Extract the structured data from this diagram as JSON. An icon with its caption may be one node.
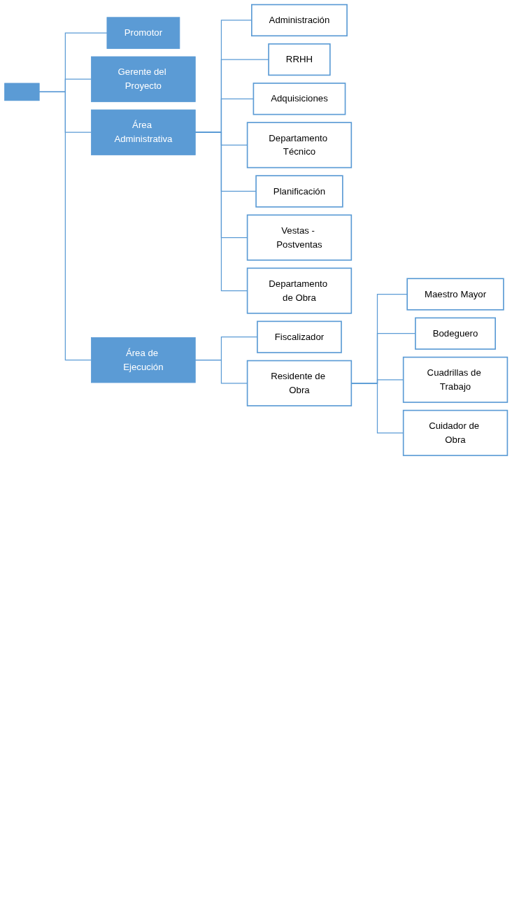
{
  "diagram": {
    "nodes": [
      {
        "text": [],
        "shape": "box"
      },
      {
        "text": [
          "Promotor"
        ]
      },
      {
        "text": [
          "Gerente del Proyecto"
        ]
      },
      {
        "text": [
          "Área Administrativa"
        ]
      },
      {
        "text": [
          "Área de Ejecución"
        ]
      },
      {
        "text": [
          "Administración"
        ]
      },
      {
        "text": [
          "RRHH"
        ]
      },
      {
        "text": [
          "Adquisiciones"
        ]
      },
      {
        "text": [
          "Departamento Técnico"
        ]
      },
      {
        "text": [
          "Planificación"
        ]
      },
      {
        "text": [
          "Vestas - Postventas"
        ]
      },
      {
        "text": [
          "Departamento de Obra"
        ]
      },
      {
        "text": [
          "Fiscalizador"
        ]
      },
      {
        "text": [
          "Residente de Obra"
        ]
      },
      {
        "text": [
          "Maestro Mayor"
        ]
      },
      {
        "text": [
          "Bodeguero"
        ]
      },
      {
        "text": [
          "Cuadrillas de Trabajo"
        ]
      },
      {
        "text": [
          "Cuidador de Obra"
        ]
      }
    ],
    "edges": [
      {
        "from": 0,
        "to": 1,
        "arrow": "none"
      },
      {
        "from": 0,
        "to": 2,
        "arrow": "none"
      },
      {
        "from": 0,
        "to": 3,
        "arrow": "none"
      },
      {
        "from": 0,
        "to": 4,
        "arrow": "none"
      },
      {
        "from": 3,
        "to": 5,
        "arrow": "none"
      },
      {
        "from": 3,
        "to": 6,
        "arrow": "none"
      },
      {
        "from": 3,
        "to": 7,
        "arrow": "none"
      },
      {
        "from": 3,
        "to": 8,
        "arrow": "none"
      },
      {
        "from": 3,
        "to": 9,
        "arrow": "none"
      },
      {
        "from": 3,
        "to": 10,
        "arrow": "none"
      },
      {
        "from": 3,
        "to": 11,
        "arrow": "none"
      },
      {
        "from": 4,
        "to": 12,
        "arrow": "none"
      },
      {
        "from": 4,
        "to": 13,
        "arrow": "none"
      },
      {
        "from": 13,
        "to": 14,
        "arrow": "none"
      },
      {
        "from": 13,
        "to": 15,
        "arrow": "none"
      },
      {
        "from": 13,
        "to": 16,
        "arrow": "none"
      },
      {
        "from": 13,
        "to": 17,
        "arrow": "none"
      }
    ]
  }
}
